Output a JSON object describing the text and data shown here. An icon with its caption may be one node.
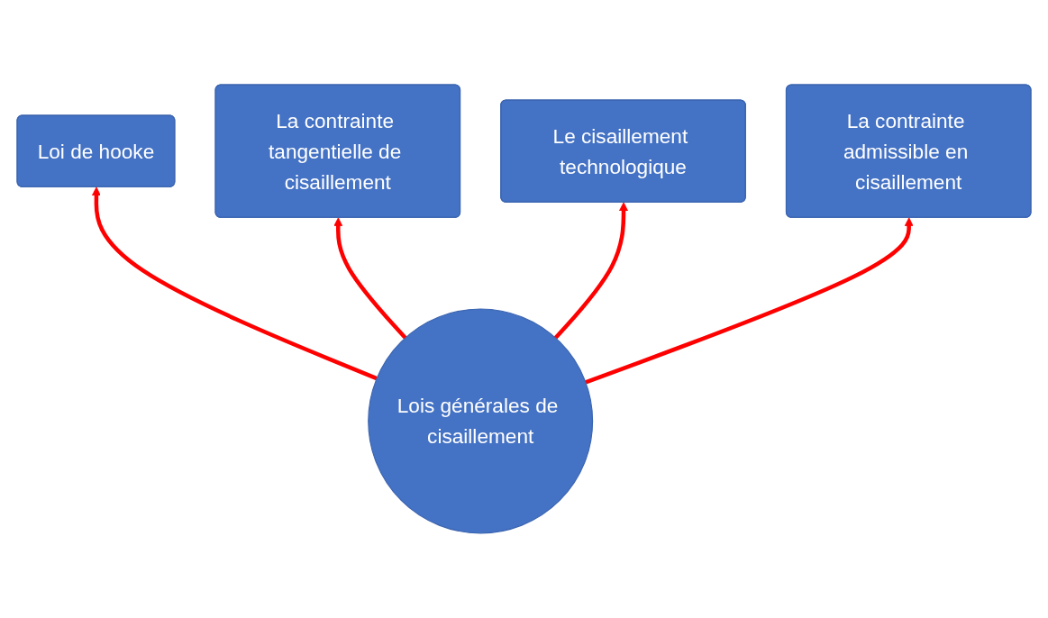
{
  "diagram": {
    "nodes": [
      {
        "text": [
          "La contrainte tangentielle de cisaillement"
        ]
      },
      {
        "text": [
          "Le cisaillement technologique"
        ]
      },
      {
        "text": [
          "Loi de hooke"
        ]
      },
      {
        "text": [
          "La contrainte admissible en cisaillement"
        ]
      },
      {
        "text": [
          "Lois générales de cisaillement"
        ]
      }
    ],
    "edges": [
      {
        "from": 4,
        "to": 2,
        "arrow": "to",
        "color": "#ff0000"
      },
      {
        "from": 4,
        "to": 0,
        "arrow": "to",
        "color": "#ff0000"
      },
      {
        "from": 4,
        "to": 1,
        "arrow": "to",
        "color": "#ff0000"
      },
      {
        "from": 4,
        "to": 3,
        "arrow": "to",
        "color": "#ff0000"
      }
    ]
  }
}
